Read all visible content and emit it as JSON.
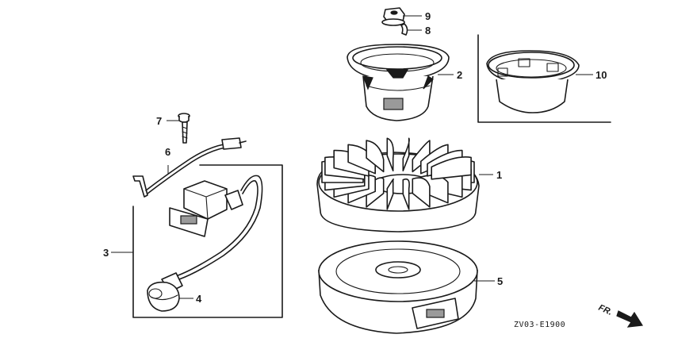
{
  "diagram": {
    "callouts": [
      {
        "id": "1",
        "label": "1"
      },
      {
        "id": "2",
        "label": "2"
      },
      {
        "id": "3",
        "label": "3"
      },
      {
        "id": "4",
        "label": "4"
      },
      {
        "id": "5",
        "label": "5"
      },
      {
        "id": "6",
        "label": "6"
      },
      {
        "id": "7",
        "label": "7"
      },
      {
        "id": "8",
        "label": "8"
      },
      {
        "id": "9",
        "label": "9"
      },
      {
        "id": "10",
        "label": "10"
      }
    ],
    "drawing_code": "ZV03-E1900",
    "direction_marker": "FR.",
    "colors": {
      "line": "#1a1a1a",
      "background": "#ffffff"
    }
  }
}
